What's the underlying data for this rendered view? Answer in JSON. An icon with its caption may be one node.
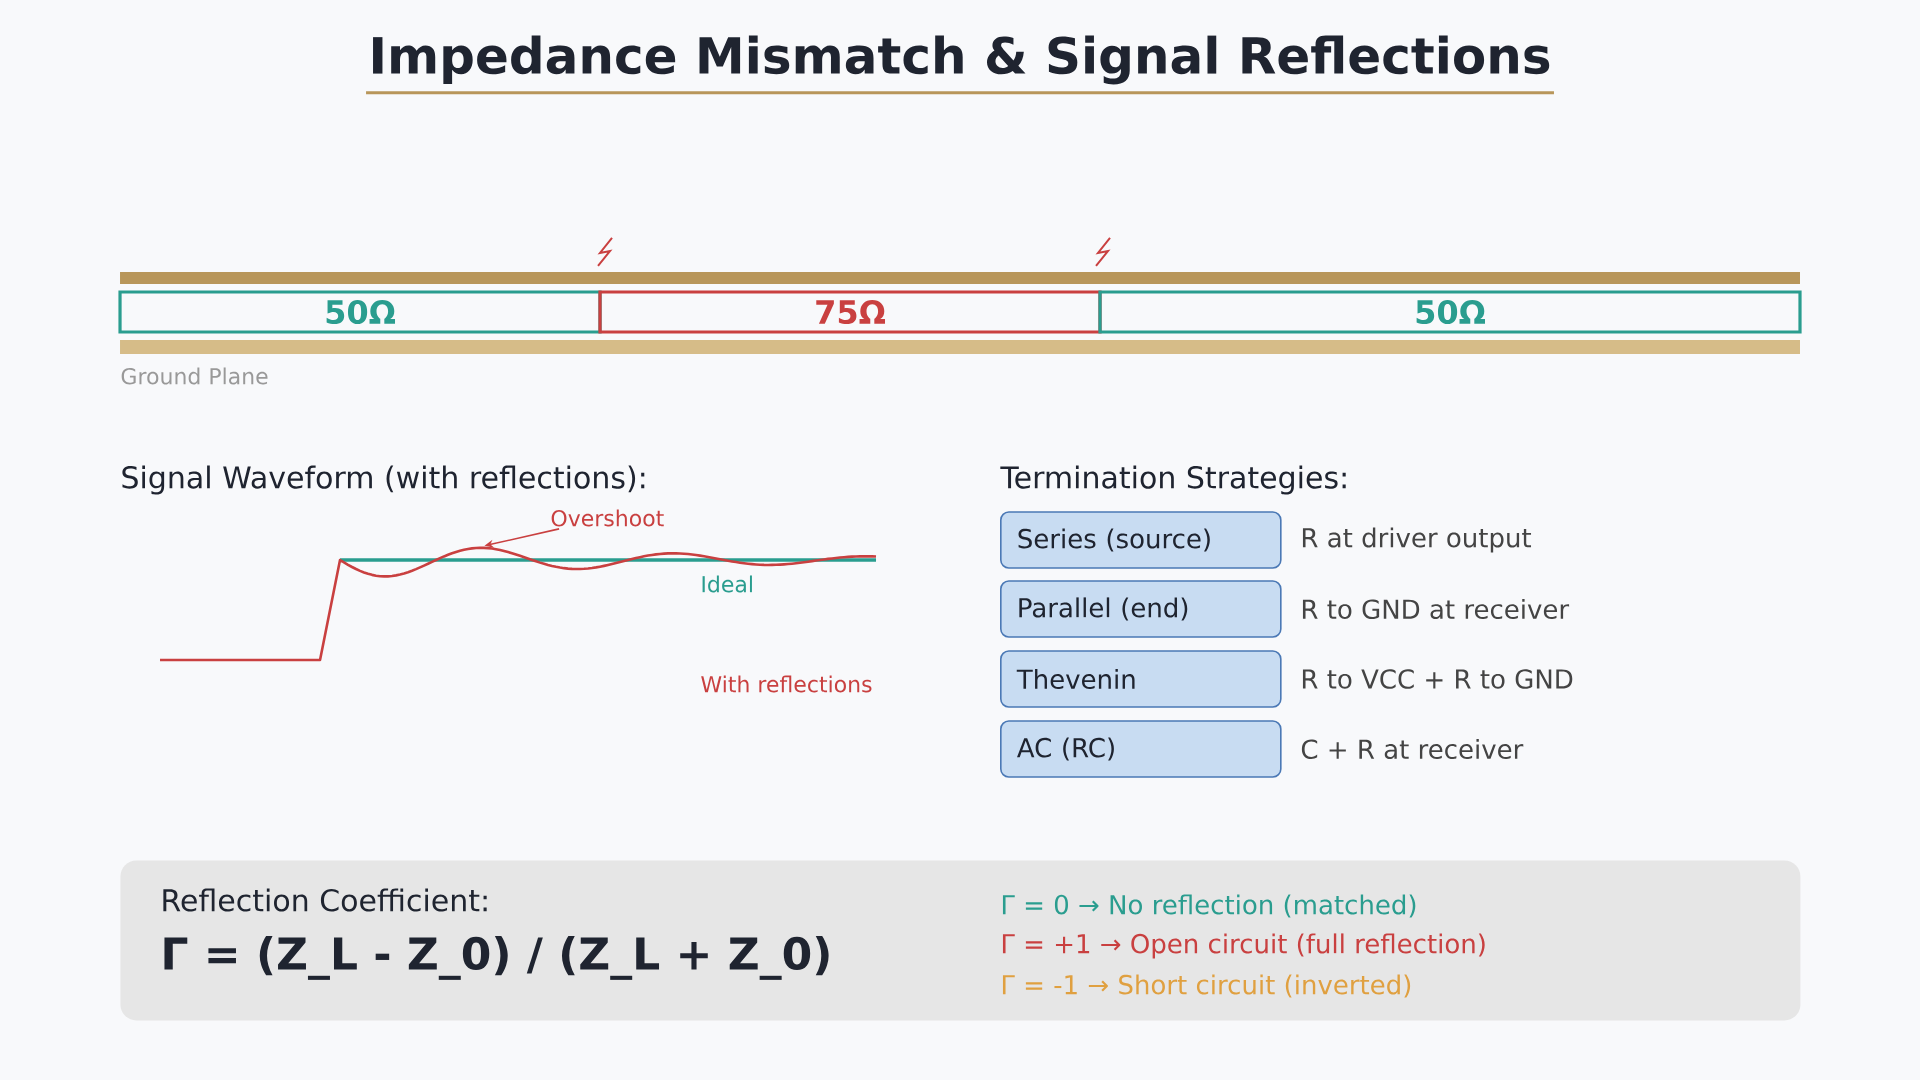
{
  "diagram": {
    "title": "Impedance Mismatch & Signal Reflections",
    "nodes": [
      {
        "text": [
          "50Ω"
        ]
      },
      {
        "text": [
          "75Ω"
        ]
      },
      {
        "text": [
          "50Ω"
        ]
      },
      {
        "text": [
          "Overshoot"
        ]
      },
      {
        "text": [],
        "shape": "picture",
        "beside": [
          "With reflections"
        ]
      },
      {
        "text": [
          "Series (source)"
        ],
        "beside": [
          "R at driver output"
        ]
      },
      {
        "text": [
          "Parallel (end)"
        ],
        "beside": [
          "R to GND at receiver"
        ]
      },
      {
        "text": [
          "Thevenin"
        ],
        "beside": [
          "R to VCC + R to GND"
        ]
      },
      {
        "text": [
          "AC (RC)"
        ],
        "beside": [
          "C + R at receiver"
        ]
      },
      {
        "text": [
          "Reflection Coefficient:",
          "Γ = (Z_L - Z_0) / (Z_L + Z_0)",
          "Γ = 0 → No reflection (matched)",
          "Γ = +1 → Open circuit (full reflection)",
          "Γ = -1 → Short circuit (inverted)"
        ]
      }
    ],
    "edges": [
      {
        "from": 3,
        "to": 4,
        "arrow": "to"
      }
    ],
    "labels": [
      "Ground Plane",
      "Signal Waveform (with reflections):",
      "Termination Strategies:",
      "Ideal"
    ]
  }
}
